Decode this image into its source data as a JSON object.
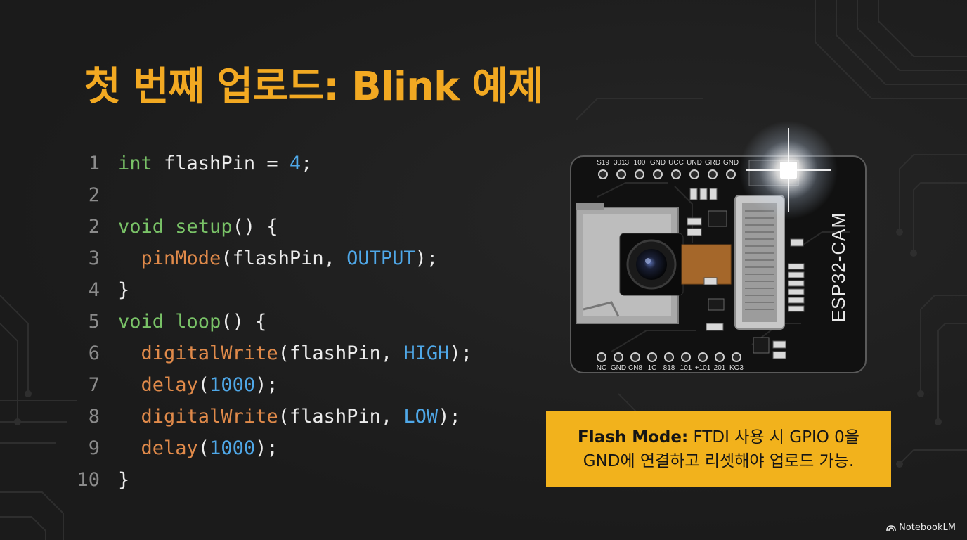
{
  "title": "첫 번째 업로드: Blink 예제",
  "code_lines": [
    {
      "num": "1",
      "tokens": [
        {
          "t": "int",
          "c": "kw"
        },
        {
          "t": " flashPin = ",
          "c": "plain"
        },
        {
          "t": "4",
          "c": "cst"
        },
        {
          "t": ";",
          "c": "plain"
        }
      ]
    },
    {
      "num": "2",
      "tokens": []
    },
    {
      "num": "2",
      "tokens": [
        {
          "t": "void",
          "c": "kw"
        },
        {
          "t": " ",
          "c": "plain"
        },
        {
          "t": "setup",
          "c": "kw"
        },
        {
          "t": "() {",
          "c": "plain"
        }
      ]
    },
    {
      "num": "3",
      "tokens": [
        {
          "t": "  ",
          "c": "plain"
        },
        {
          "t": "pinMode",
          "c": "fn"
        },
        {
          "t": "(flashPin, ",
          "c": "plain"
        },
        {
          "t": "OUTPUT",
          "c": "cst"
        },
        {
          "t": ");",
          "c": "plain"
        }
      ]
    },
    {
      "num": "4",
      "tokens": [
        {
          "t": "}",
          "c": "plain"
        }
      ]
    },
    {
      "num": "5",
      "tokens": [
        {
          "t": "void",
          "c": "kw"
        },
        {
          "t": " ",
          "c": "plain"
        },
        {
          "t": "loop",
          "c": "kw"
        },
        {
          "t": "() {",
          "c": "plain"
        }
      ]
    },
    {
      "num": "6",
      "tokens": [
        {
          "t": "  ",
          "c": "plain"
        },
        {
          "t": "digitalWrite",
          "c": "fn"
        },
        {
          "t": "(flashPin, ",
          "c": "plain"
        },
        {
          "t": "HIGH",
          "c": "cst"
        },
        {
          "t": ");",
          "c": "plain"
        }
      ]
    },
    {
      "num": "7",
      "tokens": [
        {
          "t": "  ",
          "c": "plain"
        },
        {
          "t": "delay",
          "c": "fn"
        },
        {
          "t": "(",
          "c": "plain"
        },
        {
          "t": "1000",
          "c": "cst"
        },
        {
          "t": ");",
          "c": "plain"
        }
      ]
    },
    {
      "num": "8",
      "tokens": [
        {
          "t": "  ",
          "c": "plain"
        },
        {
          "t": "digitalWrite",
          "c": "fn"
        },
        {
          "t": "(flashPin, ",
          "c": "plain"
        },
        {
          "t": "LOW",
          "c": "cst"
        },
        {
          "t": ");",
          "c": "plain"
        }
      ]
    },
    {
      "num": "9",
      "tokens": [
        {
          "t": "  ",
          "c": "plain"
        },
        {
          "t": "delay",
          "c": "fn"
        },
        {
          "t": "(",
          "c": "plain"
        },
        {
          "t": "1000",
          "c": "cst"
        },
        {
          "t": ");",
          "c": "plain"
        }
      ]
    },
    {
      "num": "10",
      "tokens": [
        {
          "t": "}",
          "c": "plain"
        }
      ]
    }
  ],
  "board": {
    "name": "ESP32-CAM",
    "top_pins": [
      "S19",
      "3013",
      "100",
      "GND",
      "UCC",
      "UND",
      "GRD",
      "GND"
    ],
    "bottom_pins": [
      "NC",
      "GND",
      "CN8",
      "1C",
      "818",
      "101",
      "+101",
      "201",
      "KO3"
    ]
  },
  "note": {
    "bold": "Flash Mode:",
    "line1_rest": " FTDI 사용 시 GPIO 0을",
    "line2": "GND에 연결하고 리셋해야 업로드 가능."
  },
  "brand": "NotebookLM",
  "colors": {
    "title": "#f2a922",
    "keyword": "#79c267",
    "function": "#e08a4a",
    "constant": "#4fa8e8",
    "note_bg": "#f2b21c"
  }
}
